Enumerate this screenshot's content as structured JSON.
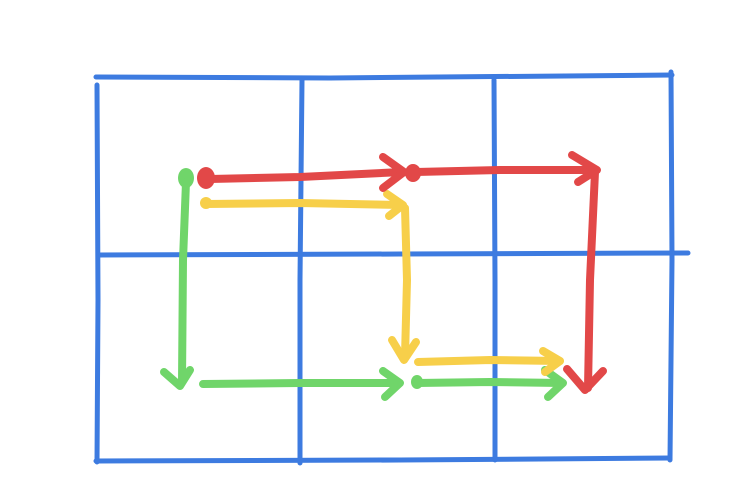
{
  "diagram": {
    "grid": {
      "rows": 2,
      "columns": 3,
      "line_color": "#3d7be0"
    },
    "paths": [
      {
        "color_name": "red",
        "color": "#e24848",
        "moves": [
          "right",
          "right",
          "down"
        ]
      },
      {
        "color_name": "yellow",
        "color": "#f7cf4a",
        "moves": [
          "right",
          "down",
          "right"
        ]
      },
      {
        "color_name": "green",
        "color": "#70d56a",
        "moves": [
          "down",
          "right",
          "right"
        ]
      }
    ]
  }
}
